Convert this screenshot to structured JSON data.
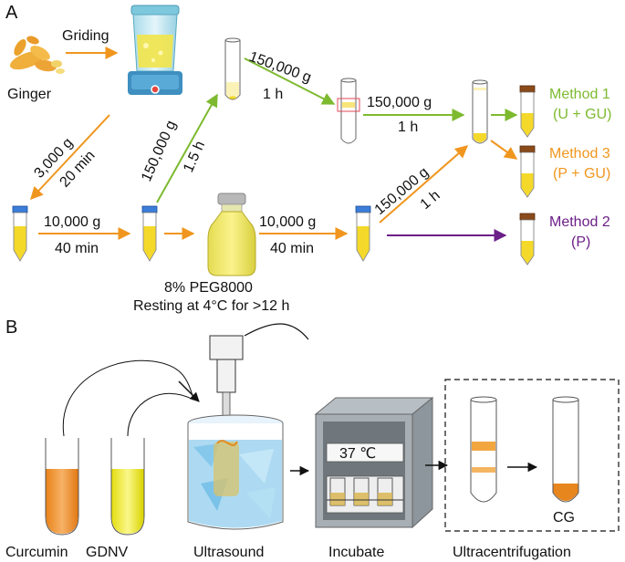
{
  "panel_a": {
    "label": "A",
    "ginger_label": "Ginger",
    "grinding_label": "Griding",
    "step_3000_speed": "3,000 g",
    "step_3000_time": "20 min",
    "step_10000_speed_1": "10,000 g",
    "step_10000_time_1": "40 min",
    "step_150000_diag_speed": "150,000 g",
    "step_150000_diag_time": "1.5 h",
    "step_150000_top_speed": "150,000 g",
    "step_150000_top_time": "1 h",
    "step_150000_mid_speed": "150,000 g",
    "step_150000_mid_time": "1 h",
    "peg_label": "8% PEG8000",
    "resting_label": "Resting at 4°C for >12 h",
    "step_10000_speed_2": "10,000 g",
    "step_10000_time_2": "40 min",
    "step_150000_rise_speed": "150,000 g",
    "step_150000_rise_time": "1 h",
    "method1_title": "Method 1",
    "method1_sub": "(U + GU)",
    "method3_title": "Method 3",
    "method3_sub": "(P + GU)",
    "method2_title": "Method 2",
    "method2_sub": "(P)"
  },
  "panel_b": {
    "label": "B",
    "curcumin_label": "Curcumin",
    "gdnv_label": "GDNV",
    "ultrasound_label": "Ultrasound",
    "incubate_temp": "37 ℃",
    "incubate_label": "Incubate",
    "ultracentrifugation_label": "Ultracentrifugation",
    "cg_label": "CG"
  },
  "colors": {
    "green": "#7dba2f",
    "orange": "#f0961e",
    "purple": "#6b1f88",
    "yellow_fluid": "#f4d92a",
    "curcumin": "#e8861e",
    "black": "#000000"
  }
}
